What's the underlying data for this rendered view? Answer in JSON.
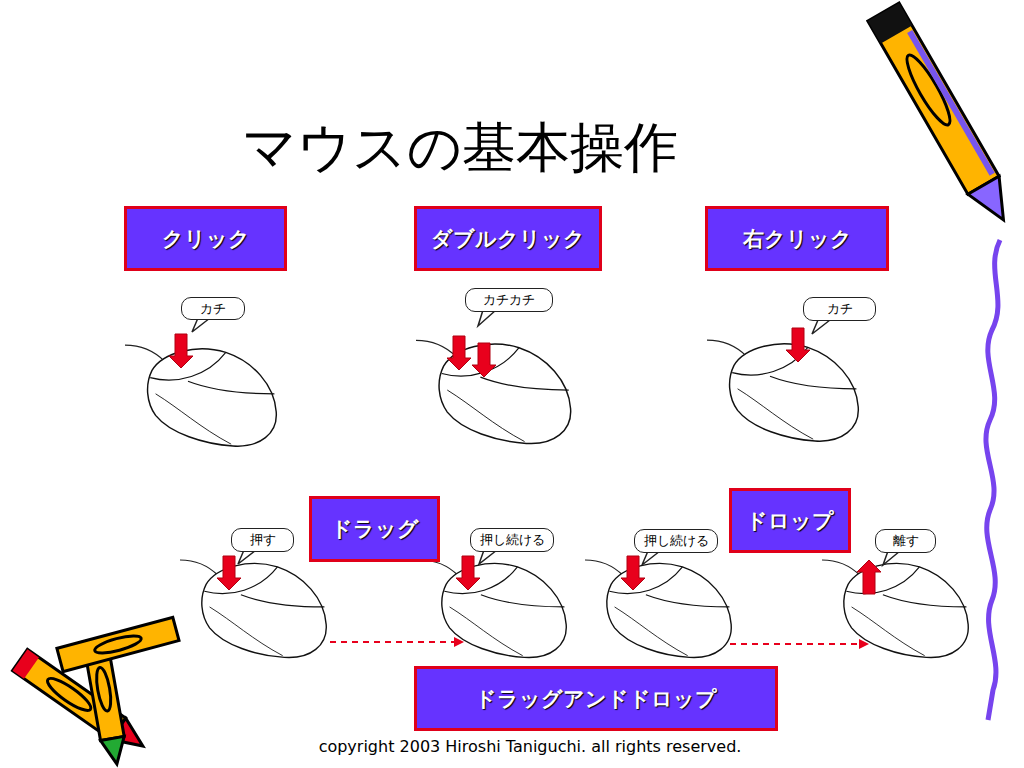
{
  "diagram": {
    "title": "マウスの基本操作",
    "nodes": [
      {
        "text": [
          "クリック"
        ]
      },
      {
        "text": [
          "ダブルクリック"
        ]
      },
      {
        "text": [
          "右クリック"
        ]
      },
      {
        "text": [
          "カチ"
        ]
      },
      {
        "text": [
          "カチカチ"
        ]
      },
      {
        "text": [
          "カチ"
        ]
      },
      {
        "text": [
          "ドラッグ"
        ]
      },
      {
        "text": [
          "ドロップ"
        ]
      },
      {
        "text": [
          "押す"
        ]
      },
      {
        "text": [
          "押し続ける"
        ]
      },
      {
        "text": [
          "押し続ける"
        ]
      },
      {
        "text": [
          "離す"
        ]
      },
      {
        "text": [
          "ドラッグアンドドロップ"
        ]
      }
    ],
    "labels": [
      "copyright 2003 Hiroshi Taniguchi. all rights reserved."
    ]
  }
}
